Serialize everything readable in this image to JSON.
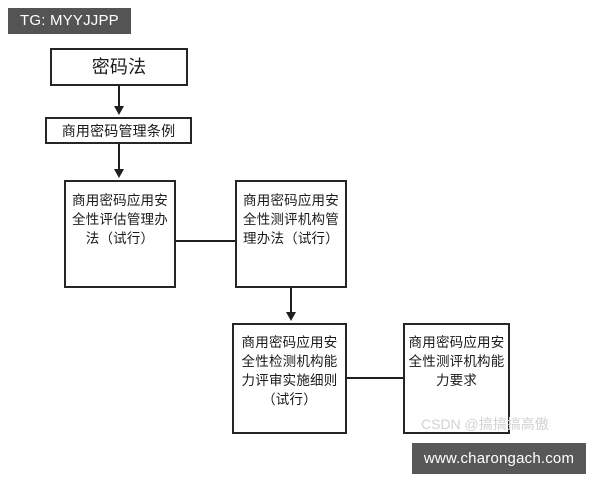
{
  "badge": {
    "text": "TG: MYYJJPP"
  },
  "diagram": {
    "type": "flowchart",
    "nodes": [
      {
        "id": "law",
        "label": "密码法"
      },
      {
        "id": "reg",
        "label": "商用密码管理条例"
      },
      {
        "id": "assess",
        "label": "商用密码应用安全性评估管理办法（试行）"
      },
      {
        "id": "org_mgmt",
        "label": "商用密码应用安全性测评机构管理办法（试行）"
      },
      {
        "id": "capab",
        "label": "商用密码应用安全性检测机构能力评审实施细则（试行）"
      },
      {
        "id": "require",
        "label": "商用密码应用安全性测评机构能力要求"
      }
    ],
    "edges": [
      {
        "from": "law",
        "to": "reg",
        "style": "arrow-down"
      },
      {
        "from": "reg",
        "to": "assess",
        "style": "arrow-down"
      },
      {
        "from": "assess",
        "to": "org_mgmt",
        "style": "line-horizontal"
      },
      {
        "from": "org_mgmt",
        "to": "capab",
        "style": "arrow-down"
      },
      {
        "from": "capab",
        "to": "require",
        "style": "line-horizontal"
      }
    ]
  },
  "watermark": {
    "text": "CSDN @搞搞搞高傲"
  },
  "url_bar": {
    "text": "www.charongach.com"
  },
  "colors": {
    "badge_background": "#545454",
    "url_bar_background": "#585858",
    "node_border": "#262626",
    "connector": "#1f1f1f",
    "watermark_text": "#d2d2d2",
    "page_background": "#ffffff"
  }
}
